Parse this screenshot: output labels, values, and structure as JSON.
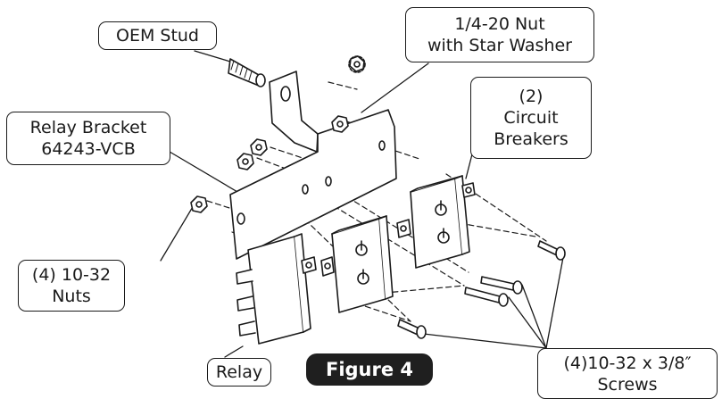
{
  "callouts": {
    "oem_stud": "OEM Stud",
    "nut_star_washer": "1/4-20 Nut\nwith Star Washer",
    "relay_bracket": "Relay Bracket\n64243-VCB",
    "circuit_breakers": "(2)\nCircuit\nBreakers",
    "nuts": "(4) 10-32\nNuts",
    "relay": "Relay",
    "screws": "(4)10-32 x 3/8″\nScrews"
  },
  "figure_label": "Figure 4",
  "colors": {
    "line": "#1a1a1a",
    "part_fill": "#ffffff",
    "badge_fill": "#1f1f1f",
    "badge_text": "#ffffff"
  }
}
